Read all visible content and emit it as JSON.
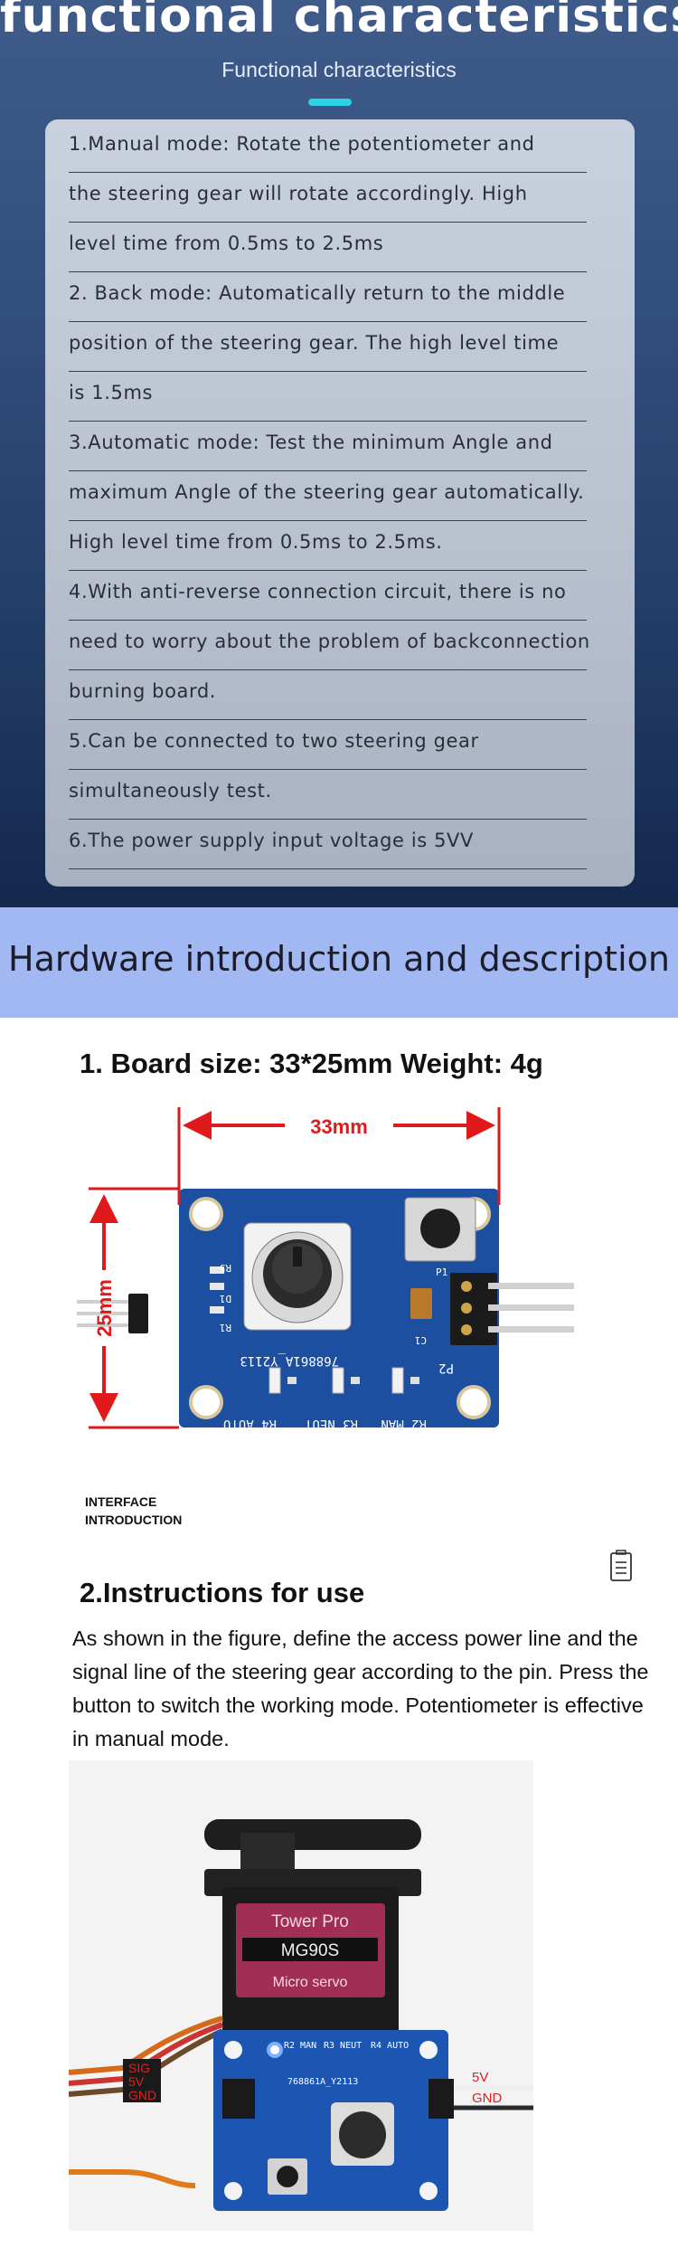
{
  "header": {
    "title": "functional characteristics",
    "subtitle": "Functional characteristics",
    "accent_color": "#2ed3e3"
  },
  "features": [
    "1.Manual mode: Rotate the potentiometer and",
    "the steering gear will rotate accordingly. High",
    "level time from 0.5ms to 2.5ms",
    "2. Back mode: Automatically return to the middle",
    "position of the steering gear. The high level time",
    "is 1.5ms",
    "3.Automatic mode: Test the minimum Angle and",
    "maximum Angle of the steering gear automatically.",
    "High level time from 0.5ms to 2.5ms.",
    "4.With anti-reverse connection circuit, there is no",
    "need to worry about the problem of backconnection",
    "burning board.",
    "5.Can be connected to two steering gear",
    "simultaneously test.",
    "6.The power supply input voltage is 5VV"
  ],
  "hardware": {
    "band_title": "Hardware introduction and description",
    "band_color": "#a2b8f3"
  },
  "board": {
    "heading": "1. Board size: 33*25mm Weight: 4g",
    "width_label": "33mm",
    "height_label": "25mm",
    "silk": {
      "board_code": "768861A_Y2113",
      "auto": "R4 AUTO",
      "neut": "R3 NEUT",
      "man": "R2 MAN",
      "p1": "P1",
      "p2": "P2",
      "c1": "C1",
      "r1": "R1",
      "r5": "R5",
      "d1": "D1"
    },
    "pcb_color": "#1c4fa0",
    "dimension_color": "#e01a1a"
  },
  "interface": {
    "label": "INTERFACE\nINTRODUCTION",
    "icon": "document-icon"
  },
  "instructions": {
    "heading": "2.Instructions for use",
    "paragraph": "As shown in the figure, define the access power line and the signal line of the steering gear according to the pin. Press the button to switch the working mode. Potentiometer is effective in manual mode."
  },
  "photo": {
    "servo_brand": "Tower Pro",
    "servo_model": "MG90S",
    "servo_type": "Micro servo",
    "board_silk": {
      "man": "R2 MAN",
      "neut": "R3 NEUT",
      "auto": "R4 AUTO",
      "code": "768861A_Y2113"
    },
    "left_pins": [
      "SIG",
      "5V",
      "GND"
    ],
    "right_pins": [
      "5V",
      "GND"
    ]
  }
}
